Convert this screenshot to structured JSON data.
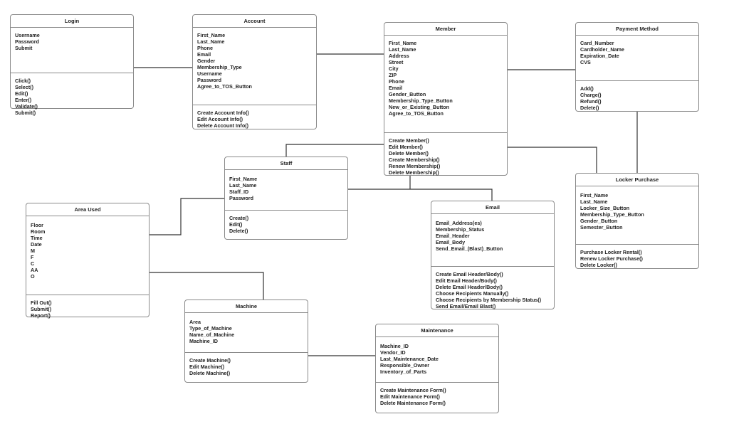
{
  "classes": [
    {
      "key": "login",
      "title": "Login",
      "attributes": [
        "Username",
        "Password",
        "Submit"
      ],
      "methods": [
        "Click()",
        "Select()",
        "Edit()",
        "Enter()",
        "Validate()",
        "Submit()"
      ]
    },
    {
      "key": "account",
      "title": "Account",
      "attributes": [
        "First_Name",
        "Last_Name",
        "Phone",
        "Email",
        "Gender",
        "Membership_Type",
        "Username",
        "Password",
        "Agree_to_TOS_Button"
      ],
      "methods": [
        "Create Account Info()",
        "Edit Account Info()",
        "Delete Account Info()"
      ]
    },
    {
      "key": "member",
      "title": "Member",
      "attributes": [
        "First_Name",
        "Last_Name",
        "Address",
        "Street",
        "City",
        "ZIP",
        "Phone",
        "Email",
        "Gender_Button",
        "Membership_Type_Button",
        "New_or_Existing_Button",
        "Agree_to_TOS_Button"
      ],
      "methods": [
        "Create Member()",
        "Edit Member()",
        "Delete Member()",
        "Create Membership()",
        "Renew Membership()",
        "Delete Membership()"
      ]
    },
    {
      "key": "payment-method",
      "title": "Payment Method",
      "attributes": [
        "Card_Number",
        "Cardholder_Name",
        "Expiration_Date",
        "CVS"
      ],
      "methods": [
        "Add()",
        "Charge()",
        "Refund()",
        "Delete()"
      ]
    },
    {
      "key": "staff",
      "title": "Staff",
      "attributes": [
        "First_Name",
        "Last_Name",
        "Staff_ID",
        "Password"
      ],
      "methods": [
        "Create()",
        "Edit()",
        "Delete()"
      ]
    },
    {
      "key": "area-used",
      "title": "Area Used",
      "attributes": [
        "Floor",
        "Room",
        "Time",
        "Date",
        "M",
        "F",
        "C",
        "AA",
        "O"
      ],
      "methods": [
        "Fill Out()",
        "Submit()",
        "Report()"
      ]
    },
    {
      "key": "email",
      "title": "Email",
      "attributes": [
        "Email_Address(es)",
        "Membership_Status",
        "Email_Header",
        "Email_Body",
        "Send_Email_(Blast)_Button"
      ],
      "methods": [
        "Create Email Header/Body()",
        "Edit Email Header/Body()",
        "Delete Email Header/Body()",
        "Choose Recipients Manually()",
        "Choose Recipients by Membership Status()",
        "Send Email/Email Blast()"
      ]
    },
    {
      "key": "locker-purchase",
      "title": "Locker Purchase",
      "attributes": [
        "First_Name",
        "Last_Name",
        "Locker_Size_Button",
        "Membership_Type_Button",
        "Gender_Button",
        "Semester_Button"
      ],
      "methods": [
        "Purchase Locker Rental()",
        "Renew Locker Purchase()",
        "Delete Locker()"
      ]
    },
    {
      "key": "machine",
      "title": "Machine",
      "attributes": [
        "Area",
        "Type_of_Machine",
        "Name_of_Machine",
        "Machine_ID"
      ],
      "methods": [
        "Create Machine()",
        "Edit Machine()",
        "Delete Machine()"
      ]
    },
    {
      "key": "maintenance",
      "title": "Maintenance",
      "attributes": [
        "Machine_ID",
        "Vendor_ID",
        "Last_Maintenance_Date",
        "Responsible_Owner",
        "Inventory_of_Parts"
      ],
      "methods": [
        "Create Maintenance Form()",
        "Edit Maintenance Form()",
        "Delete Maintenance Form()"
      ]
    }
  ],
  "connections": [
    {
      "from": "login",
      "to": "account"
    },
    {
      "from": "account",
      "to": "member"
    },
    {
      "from": "member",
      "to": "payment-method"
    },
    {
      "from": "payment-method",
      "to": "locker-purchase"
    },
    {
      "from": "member",
      "to": "locker-purchase"
    },
    {
      "from": "member",
      "to": "staff"
    },
    {
      "from": "member",
      "to": "email"
    },
    {
      "from": "staff",
      "to": "area-used"
    },
    {
      "from": "area-used",
      "to": "machine"
    },
    {
      "from": "machine",
      "to": "maintenance"
    }
  ]
}
